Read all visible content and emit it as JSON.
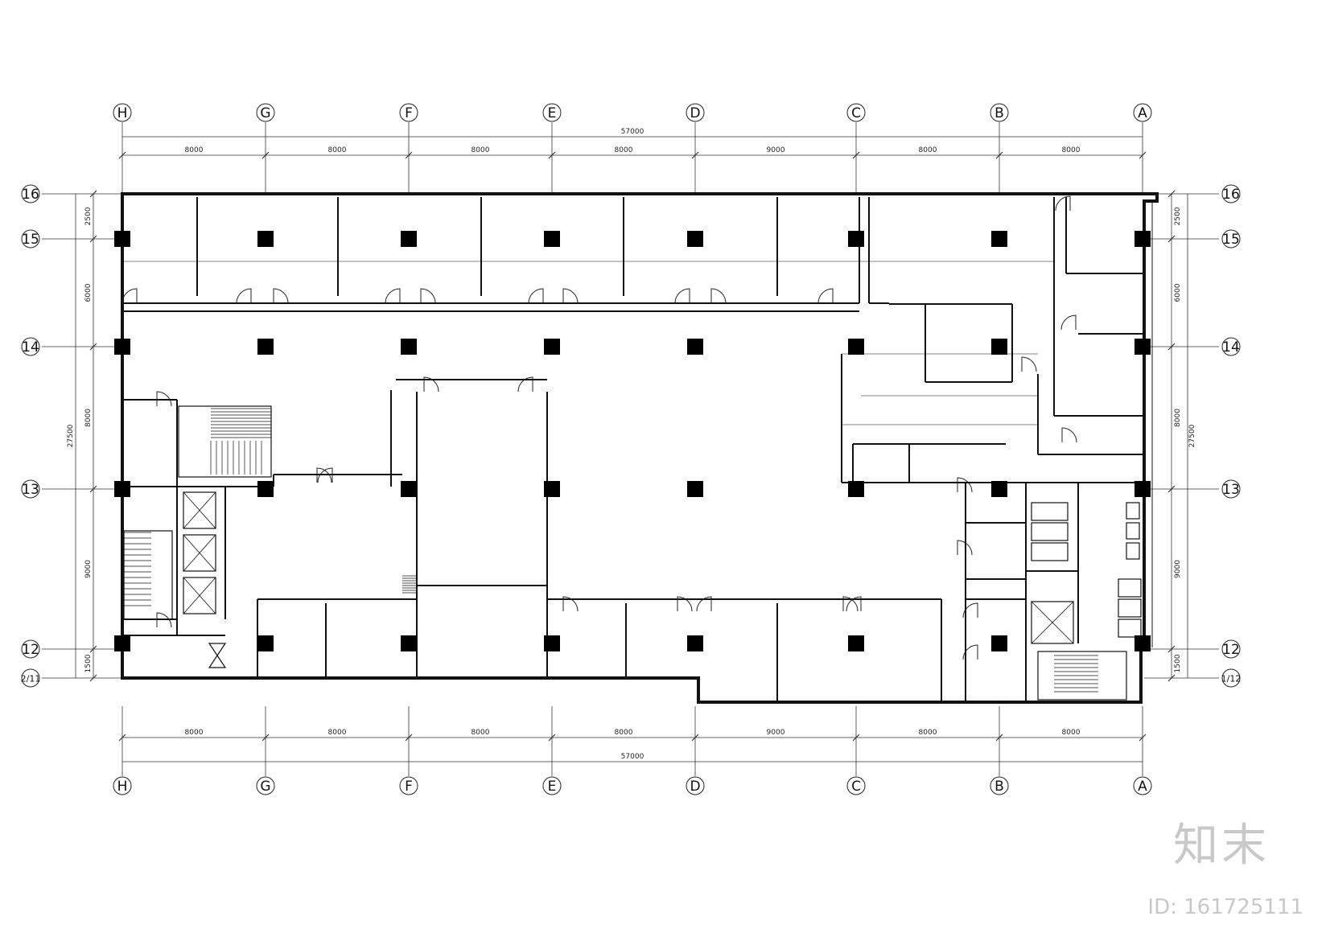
{
  "grid": {
    "columns": [
      "H",
      "G",
      "F",
      "E",
      "D",
      "C",
      "B",
      "A"
    ],
    "rows": [
      "16",
      "15",
      "14",
      "13",
      "12",
      "11"
    ],
    "row_11_label": "2/11",
    "row_11_label_right": "1/12"
  },
  "dimensions": {
    "total_horizontal": "57000",
    "bays_horizontal": [
      "8000",
      "8000",
      "8000",
      "8000",
      "9000",
      "8000",
      "8000"
    ],
    "total_vertical": "27500",
    "bays_vertical": [
      "2500",
      "6000",
      "8000",
      "9000",
      "1500"
    ]
  },
  "watermark": {
    "logo": "知末",
    "id": "ID: 161725111"
  }
}
